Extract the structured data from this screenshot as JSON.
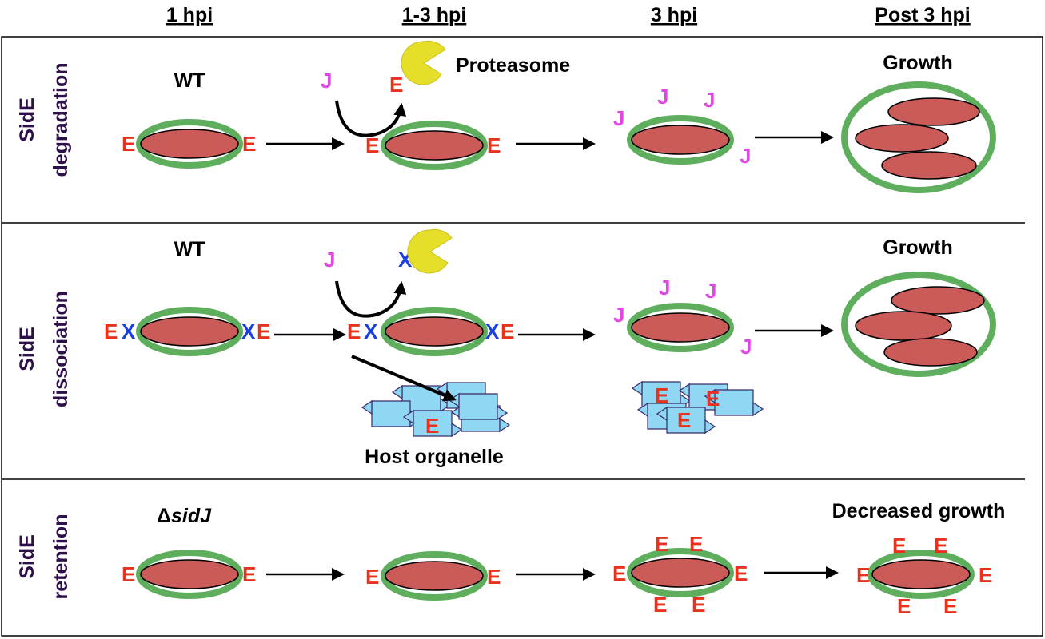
{
  "headers": [
    "1 hpi",
    "1-3 hpi",
    "3 hpi",
    "Post 3 hpi"
  ],
  "rows": [
    {
      "label_line1": "SidE",
      "label_line2": "degradation",
      "condition": "WT",
      "proteasome_label": "Proteasome",
      "outcome": "Growth"
    },
    {
      "label_line1": "SidE",
      "label_line2": "dissociation",
      "condition": "WT",
      "organelle_label": "Host organelle",
      "outcome": "Growth"
    },
    {
      "label_line1": "SidE",
      "label_line2": "retention",
      "condition_symbol": "Δ",
      "condition_name": "sidJ",
      "outcome": "Decreased growth"
    }
  ],
  "symbols": {
    "sidE": "E",
    "sidJ": "J",
    "x": "X"
  },
  "colors": {
    "vacuole": "#5fae5d",
    "bacterium": "#cb5b59",
    "sidE": "#e8321e",
    "sidJ": "#e048e6",
    "x": "#1b3ee0",
    "proteasome": "#e6df2a",
    "organelle": "#8fd7f2",
    "row_label": "#2d0f4a"
  },
  "icons": [
    "vacuole-icon",
    "bacterium-icon",
    "proteasome-icon",
    "curved-arrow-icon",
    "arrow-icon",
    "host-organelle-icon"
  ]
}
